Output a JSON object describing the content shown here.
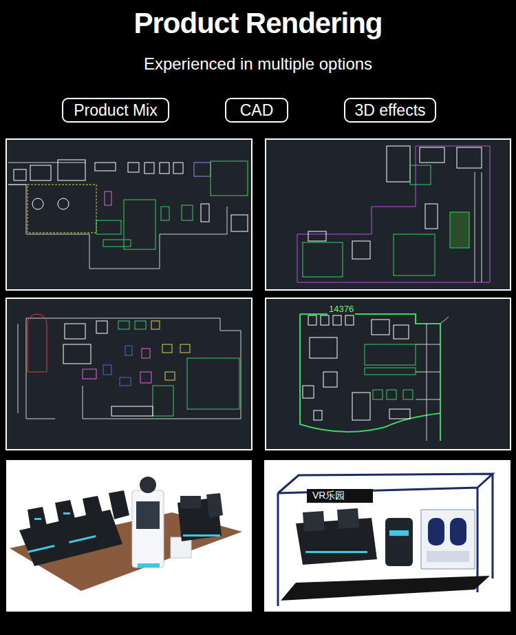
{
  "diagram": {
    "title": "Product Rendering",
    "caption": "Experienced in multiple options",
    "nodes": [
      {
        "text": [
          "Product Mix"
        ]
      },
      {
        "text": [
          "CAD"
        ]
      },
      {
        "text": [
          "3D effects"
        ]
      }
    ],
    "labels": [
      "14376",
      "VR乐园"
    ]
  }
}
